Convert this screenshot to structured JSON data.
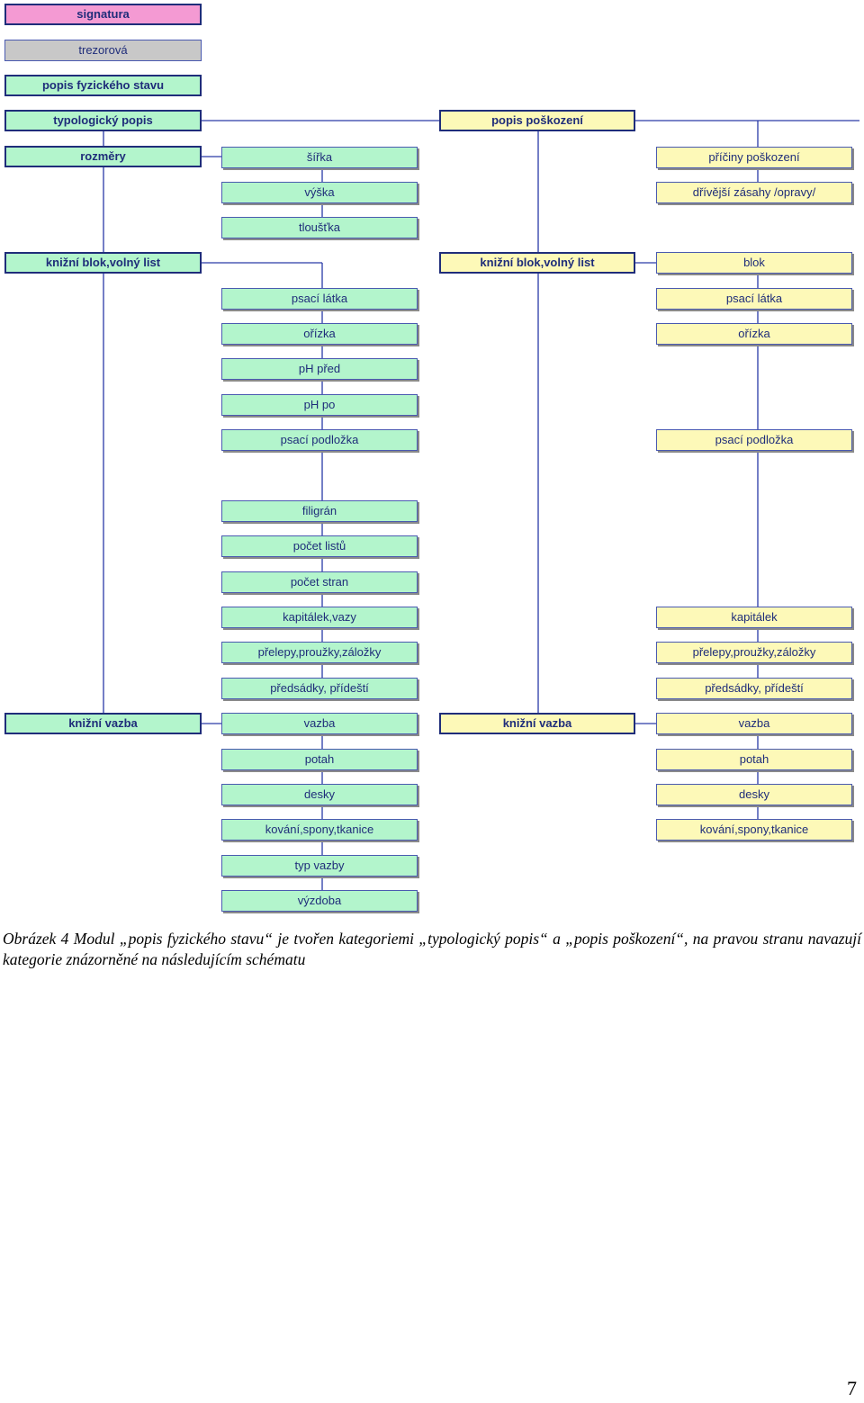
{
  "diagram": {
    "left_column": {
      "signatura": "signatura",
      "trezorova": "trezorová",
      "popis_fyzickeho_stavu": "popis fyzického stavu",
      "typologicky_popis": "typologický popis",
      "rozmery": "rozměry",
      "knizni_blok": "knižní blok,volný list",
      "knizni_vazba": "knižní vazba"
    },
    "middle_column": {
      "rozmery_items": [
        "šířka",
        "výška",
        "tloušťka"
      ],
      "blok_items": [
        "psací látka",
        "ořízka",
        "pH před",
        "pH po",
        "psací podložka",
        "filigrán",
        "počet listů",
        "počet stran",
        "kapitálek,vazy",
        "přelepy,proužky,záložky",
        "předsádky, přídeští"
      ],
      "vazba_items": [
        "vazba",
        "potah",
        "desky",
        "kování,spony,tkanice",
        "typ vazby",
        "výzdoba"
      ]
    },
    "damage_column": {
      "popis_poskozeni": "popis poškození",
      "knizni_blok": "knižní blok,volný list",
      "knizni_vazba": "knižní vazba"
    },
    "right_column": {
      "poskozeni_items": [
        "příčiny poškození",
        "dřívější zásahy /opravy/"
      ],
      "blok_items": [
        "blok",
        "psací látka",
        "ořízka",
        "psací podložka",
        "kapitálek",
        "přelepy,proužky,záložky",
        "předsádky, přídeští"
      ],
      "vazba_items": [
        "vazba",
        "potah",
        "desky",
        "kování,spony,tkanice"
      ]
    },
    "colors": {
      "line": "#2a3aa8",
      "green": "#b3f5cc",
      "yellow": "#fdf9b8",
      "pink": "#f49ad3",
      "gray": "#c8c8c8"
    }
  },
  "caption": "Obrázek 4 Modul „popis fyzického stavu“ je tvořen kategoriemi „typologický popis“ a „popis poškození“, na pravou stranu navazují kategorie znázorněné na následujícím schématu",
  "page_number": "7"
}
